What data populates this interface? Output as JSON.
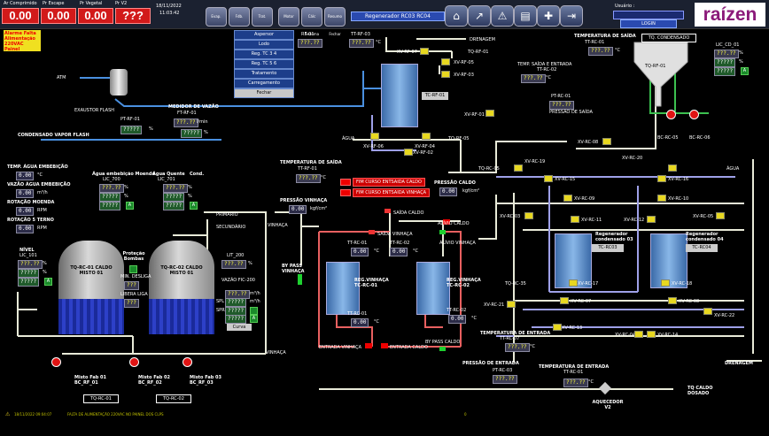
{
  "top": {
    "stat_labels": [
      "Ar Comprimido",
      "Pr Escape",
      "Pr Vegetal",
      "Pr V2"
    ],
    "stat_values": [
      "0.00",
      "0.00",
      "0.00",
      "???"
    ],
    "date": "18/11/2022",
    "time": "11:03:42",
    "nav_buttons": [
      "Evap.",
      "Fdb.",
      "Trat.",
      "Motor",
      "Cálc Sistema",
      "Resumo Fechar"
    ],
    "screen_title": "Regenerador RC03 RC04",
    "user_label": "Usuário :",
    "login_label": "LOGIN",
    "logo": "raízen",
    "icons": [
      "home-icon",
      "trend-icon",
      "alarm-icon",
      "report-icon",
      "plus-icon",
      "logout-icon"
    ]
  },
  "alarm_banner": [
    "Alarme Falta",
    "Alimentação",
    "220VAC Painel"
  ],
  "menu": [
    "Aspersor",
    "Lodo",
    "Reg. TC 3 4",
    "Reg. TC 5 6",
    "Tratamento",
    "Carregamento",
    "Fechar"
  ],
  "labels": {
    "atm": "ATM",
    "exaustor": "EXAUSTOR FLASH",
    "medidor": "MEDIDOR DE VAZÃO",
    "ftrf01": "FT-RF-01",
    "condensado_vapor": "CONDENSADO VAPOR FLASH",
    "pt_rf01": "PT-RF-01",
    "rf01": "RF-01",
    "ttrf03": "TT-RF-03",
    "drenagem_top": "DRENAGEM",
    "to_rf01": "TQ-RF-01",
    "xv_rf07": "XV-RF-07",
    "xv_rf05": "XV-RF-05",
    "xv_rf03": "XV-RF-03",
    "tc_rf01": "TC-RF-01",
    "xv_rf01": "XV-RF-01",
    "agua_top": "ÁGUA",
    "xv_rf06": "XV-RF-06",
    "xv_rf04": "XV-RF-04",
    "tq_rf05": "TQ-RF-05",
    "xv_rf02": "XV-RF-02",
    "temp_saida_rf": "TEMPERATURA DE SAÍDA",
    "tt_rf01": "TT-RF-01",
    "temp_saida_tc": "TEMPERATURA DE SAÍDA",
    "tt_rc01": "TT-RC-01",
    "tq_condensado": "TQ. CONDENSADO",
    "tq_rf01_tank": "TQ-RF-01",
    "temp_saida_entrada": "TEMP. SAÍDA E ENTRADA",
    "tt_rc02": "TT-RC-02",
    "pt_rc01": "PT-RC-01",
    "pressao_saida": "PRESSÃO DE SAÍDA",
    "lic_cd01": "LIC_CD_01",
    "bc_rc05": "BC-RC-05",
    "bc_rc06": "BC-RC-06",
    "xv_rc08": "XV-RC-08",
    "temp_agua_emb": "TEMP. ÁGUA EMBEBIÇÃO",
    "vazao_agua_emb": "VAZÃO ÁGUA EMBEBIÇÃO",
    "rotacao_moenda": "ROTAÇÃO MOENDA",
    "rotacao_terno": "ROTAÇÃO 5 TERNO",
    "agua_emb_moenda": "Água embebição Moenda",
    "lic700": "LIC_700",
    "agua_quente": "Água Quente",
    "lic701": "LIC_701",
    "cond": "Cond.",
    "primario": "PRIMÁRIO",
    "secundario": "SECUNDÁRIO",
    "nivel": "NÍVEL",
    "lic101": "LIC_101",
    "tank1": "TQ-RC-01 CALDO MISTO 01",
    "tank2": "TQ-RC-02 CALDO MISTO 01",
    "protecao": "Proteção Bombas",
    "min_desliga": "MIN. DESLIGA",
    "libera_liga": "LIBERA LIGA",
    "lit200": "LIT_200",
    "vazao_fic": "VAZÃO FIC-200",
    "spl": "SPL",
    "spr": "SPR",
    "curva": "Curva",
    "misto1": "Misto Fab 01 BC_RF_01",
    "misto2": "Misto Fab 02 BC_RF_02",
    "misto3": "Misto Fab 03 BC_RF_03",
    "tq_rc01_btn": "TQ-RC-01",
    "tq_rc02_btn": "TQ-RC-02",
    "pressao_vinhaca": "PRESSÃO VINHAÇA",
    "vinhaca": "VINHAÇA",
    "fim1": "FIM CURSO ENTSAIDA CALDO",
    "fim2": "FIM CURSO ENTSAIDA VINHAÇA",
    "pressao_caldo": "PRESSÃO CALDO",
    "saida_caldo": "SAÍDA CALDO",
    "alivio_caldo": "ALÍVIO CALDO",
    "saida_vinhaca": "SAÍDA VINHAÇA",
    "alivio_vinhaca": "ALÍVIO VINHAÇA",
    "ttrc01b": "TT-RC-01",
    "ttrc02b": "TT-RC-02",
    "bypass_vinhaca": "BY PASS VINHAÇA",
    "reg1": "REG.VINHAÇA TC-RC-01",
    "reg2": "REG.VINHAÇA TC-RC-02",
    "entrada_vinhaca": "ENTRADA VINHAÇA",
    "entrada_caldo": "ENTRADA CALDO",
    "bypass_caldo": "BY PASS CALDO",
    "vinhaca_bottom": "VINHAÇA",
    "tq_rc05": "TQ-RC-05",
    "xv_rc19": "XV-RC-19",
    "xv_rc20": "XV-RC-20",
    "agua_right": "ÁGUA",
    "xv_rc15": "XV-RC-15",
    "xv_rc16": "XV-RC-16",
    "xv_rc09": "XV-RC-09",
    "xv_rc10": "XV-RC-10",
    "xv_rc03": "XV-RC-03",
    "xv_rc11": "XV-RC-11",
    "xv_rc12": "XV-RC-12",
    "xv_rc05": "XV-RC-05",
    "regen3": "Regenerador condensado 03",
    "regen4": "Regenerador condensado 04",
    "tc_rc03": "TC-RC03",
    "tc_rc04": "TC-RC04",
    "tq_rc35": "TQ-RC-35",
    "xv_rc17": "XV-RC-17",
    "xv_rc18": "XV-RC-18",
    "xv_rc07": "XV-RC-07",
    "xv_rc08b": "XV-RC-08",
    "xv_rc21": "XV-RC-21",
    "xv_rc22": "XV-RC-22",
    "xv_rc13": "XV-RC-13",
    "xv_rc04": "XV-RC-04",
    "xv_rc14": "XV-RC-14",
    "temp_entrada": "TEMPERATURA DE ENTRADA",
    "tt_rc07": "TT-RC-07",
    "drenagem_bottom": "DRENAGEM",
    "pressao_entrada": "PRESSÃO DE ENTRADA",
    "pt_rc03": "PT-RC-03",
    "temp_entrada2": "TEMPERATURA DE ENTRADA",
    "tt_rc01c": "TT-RC-01",
    "aquecedor": "AQUECEDOR V2",
    "tq_caldo": "TQ CALDO DOSADO"
  },
  "values": {
    "unknown": "???",
    "unknown_long": "???.??",
    "zero": "0.00",
    "stars": "?????",
    "pct": "%",
    "degc": "°C",
    "m3h": "m³/h",
    "rpm": "RPM",
    "kgfcm2": "kgf/cm²",
    "vmin": "l/min",
    "a_btn": "A"
  },
  "status_bar": {
    "time": "18/11/2022 09:04:07",
    "message": "FALTA DE ALIMENTAÇÃO 220VAC NO PAINEL DOS CLPS",
    "code": "0"
  },
  "colors": {
    "pipe_blue": "#4a90e0",
    "pipe_pale": "#e8ead8",
    "pipe_lilac": "#9ea0e8",
    "pipe_red": "#e86060",
    "pipe_green": "#3cc050",
    "alarm_red": "#d21a1a"
  }
}
